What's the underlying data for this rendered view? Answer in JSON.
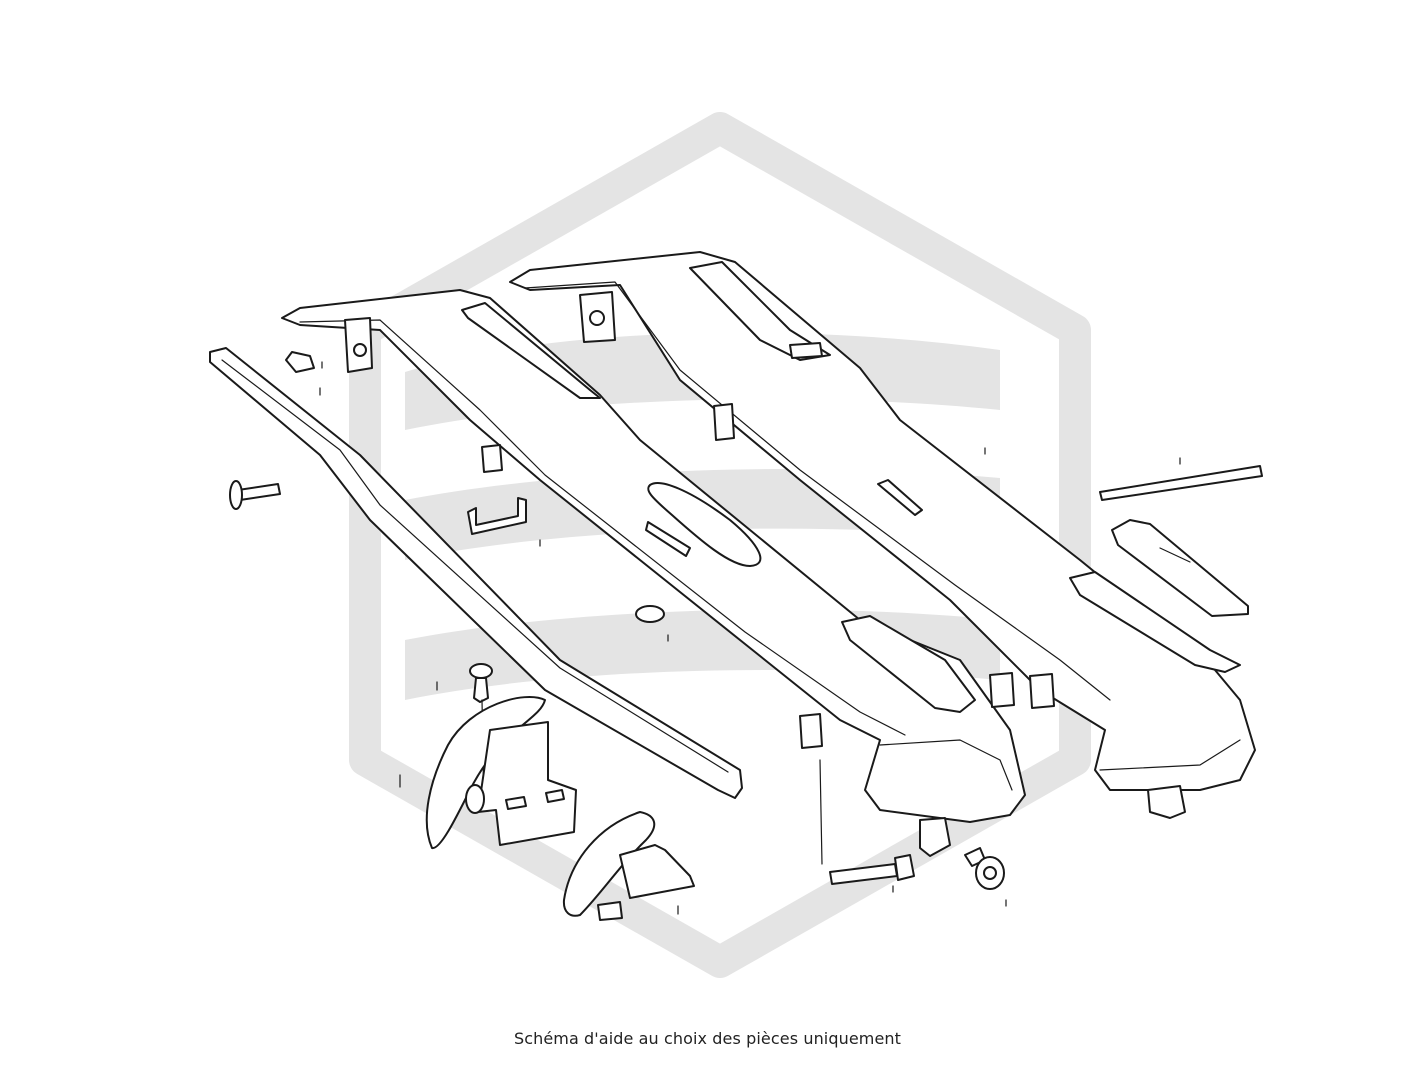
{
  "caption": "Schéma d'aide au choix des pièces uniquement",
  "watermark": {
    "icon": "hexagon-s-logo",
    "color": "#e4e4e4"
  },
  "line_color": "#1a1a1a",
  "background": "#ffffff",
  "parts": [
    "long-trim-strip",
    "front-tailgate-trim",
    "rear-tailgate-trim",
    "emblem-plate",
    "flat-strip",
    "push-pin",
    "screw-clip",
    "bracket-clip",
    "left-end-cap",
    "right-end-cap",
    "long-bolt",
    "torx-screw",
    "push-rivet"
  ]
}
